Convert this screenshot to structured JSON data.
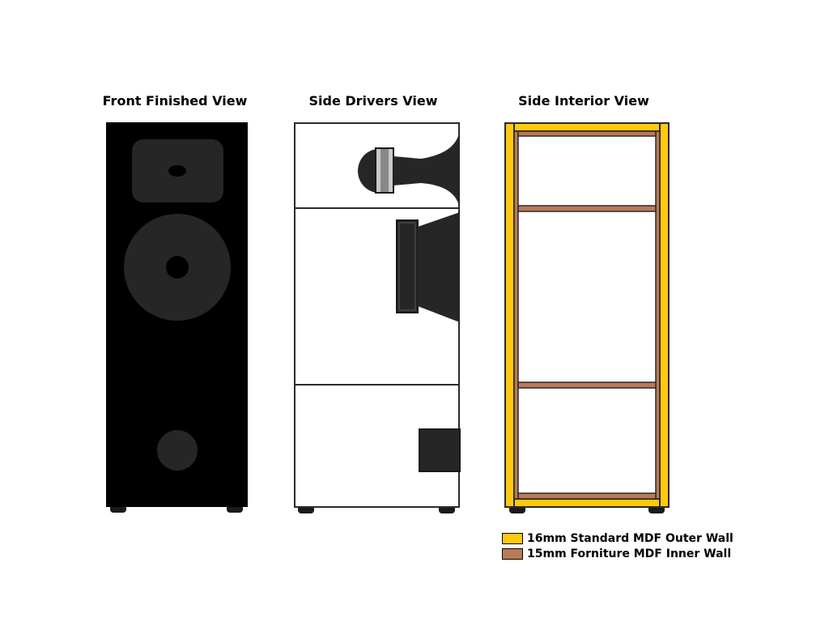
{
  "views": {
    "front": "Front Finished View",
    "drivers": "Side Drivers View",
    "interior": "Side Interior View"
  },
  "legend": [
    {
      "label": "16mm Standard MDF Outer Wall",
      "color": "#FFC90E"
    },
    {
      "label": "15mm Forniture MDF Inner Wall",
      "color": "#B97A57"
    }
  ],
  "colors": {
    "cabinet_black": "#000000",
    "driver_gray": "#262626",
    "line": "#2a2a2a",
    "foot": "#1a1a1a"
  },
  "icons": [
    "tweeter-horn-icon",
    "midrange-horn-icon",
    "bass-port-icon"
  ]
}
